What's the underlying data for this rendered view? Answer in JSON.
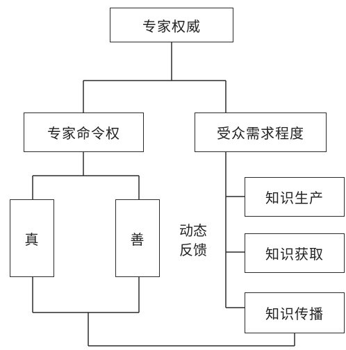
{
  "diagram": {
    "root": "专家权威",
    "branch_left": "专家命令权",
    "branch_right": "受众需求程度",
    "left_children": [
      "真",
      "善"
    ],
    "right_children": [
      "知识生产",
      "知识获取",
      "知识传播"
    ],
    "feedback_label_line1": "动态",
    "feedback_label_line2": "反馈"
  }
}
